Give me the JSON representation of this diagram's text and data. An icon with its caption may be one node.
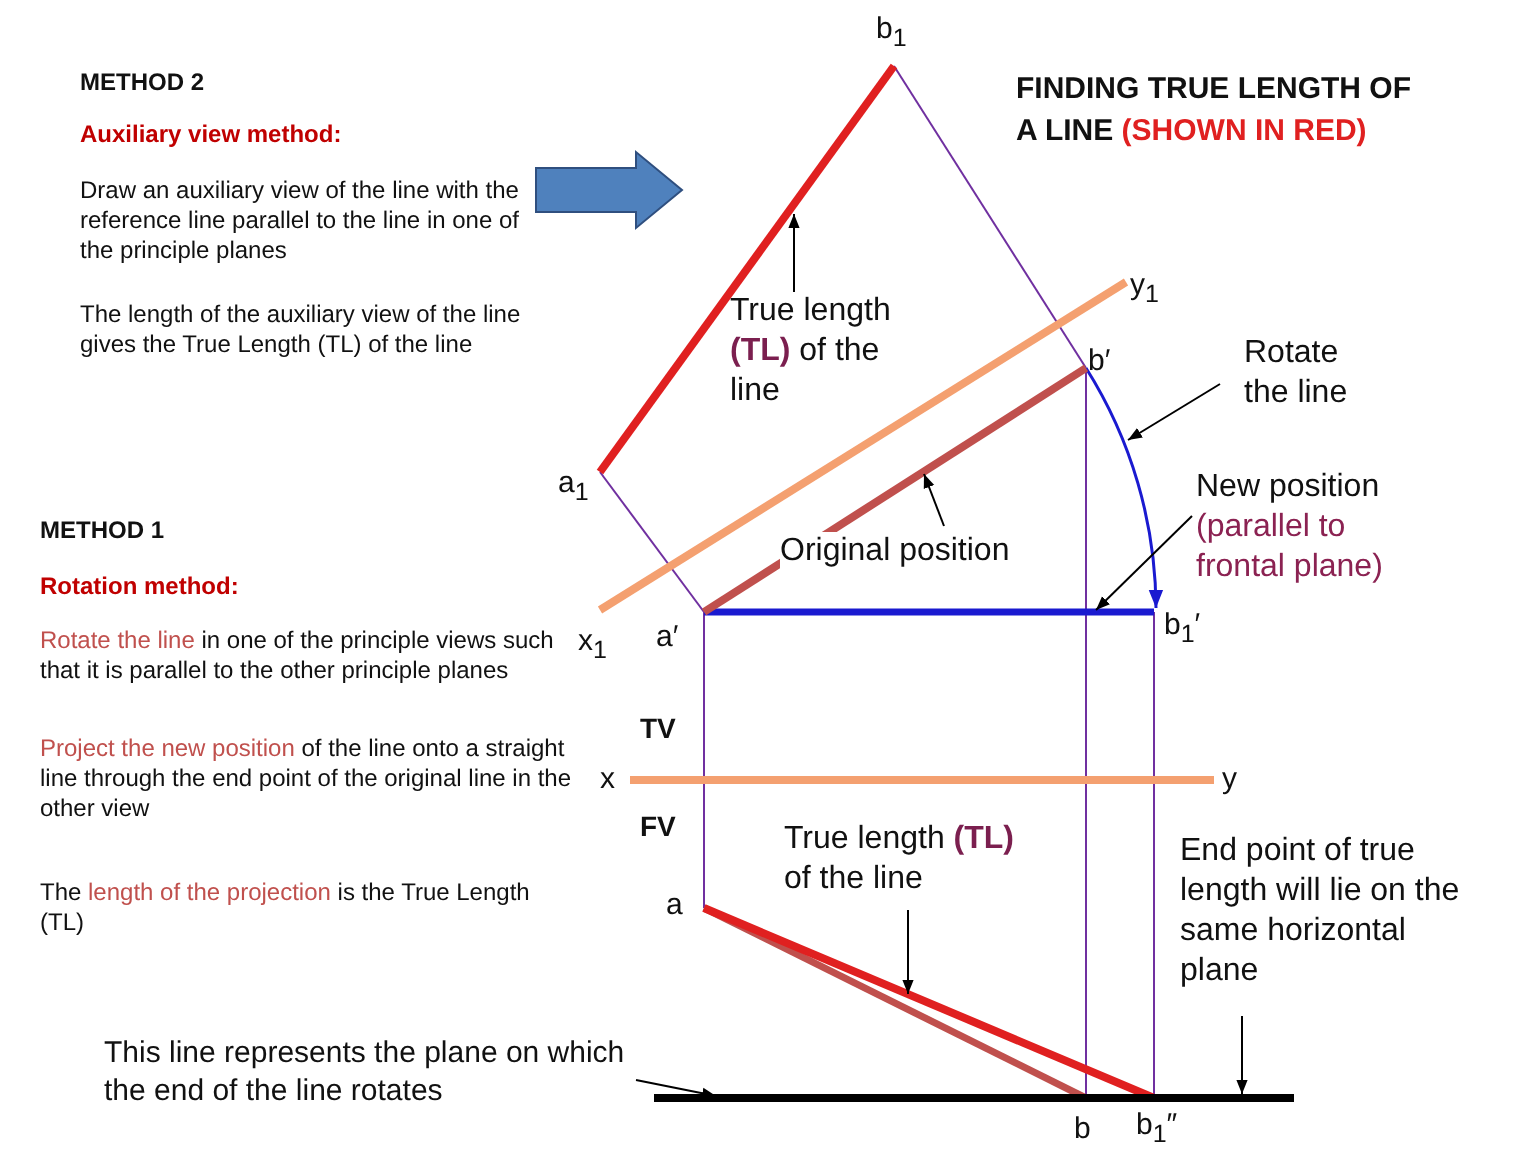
{
  "diagram": {
    "title": "FINDING TRUE LENGTH OF A LINE **(SHOWN IN RED)**",
    "nodes": [
      {
        "text": [
          "True length **(TL)** of the line"
        ]
      },
      {
        "text": [
          "Rotate the line"
        ]
      },
      {
        "text": [
          "New position",
          "(parallel to frontal plane)"
        ]
      },
      {
        "text": [
          "Original position"
        ]
      },
      {
        "text": [
          "True length **(TL)** of the line"
        ]
      },
      {
        "text": [
          "End point of true length will lie on the same horizontal plane"
        ]
      },
      {
        "text": [
          "This line represents the plane on which the end of the line rotates"
        ]
      }
    ],
    "edges": [
      {
        "from": 0,
        "to": null,
        "arrow": "to"
      },
      {
        "from": 1,
        "to": null,
        "arrow": "to"
      },
      {
        "from": 2,
        "to": null,
        "arrow": "to"
      },
      {
        "from": 3,
        "to": null,
        "arrow": "to"
      },
      {
        "from": 4,
        "to": null,
        "arrow": "to"
      },
      {
        "from": 5,
        "to": null,
        "arrow": "to"
      },
      {
        "from": 6,
        "to": null,
        "arrow": "to"
      }
    ],
    "labels": [
      "METHOD 2",
      "Auxiliary view method:",
      "Draw an auxiliary view of the line with the reference line parallel to the line in one of the principle planes",
      "The length of the  auxiliary view of the line gives the True Length (TL) of the line",
      "b$_{1}$",
      "y$_{1}$",
      "b′",
      "a$_{1}$",
      "METHOD 1",
      "Rotation method:",
      "x$_{1}$",
      "a′",
      "b$_{1}$′",
      "**Rotate the line** in one of the principle views such that it is parallel to the other principle planes",
      "TV",
      "x",
      "y",
      "**Project the new position** of the line onto a straight line through the end point of the original line in the other view",
      "FV",
      "a",
      "The **length of the projection** is the True Length (TL)",
      "b",
      "b$_{1}$″"
    ]
  }
}
